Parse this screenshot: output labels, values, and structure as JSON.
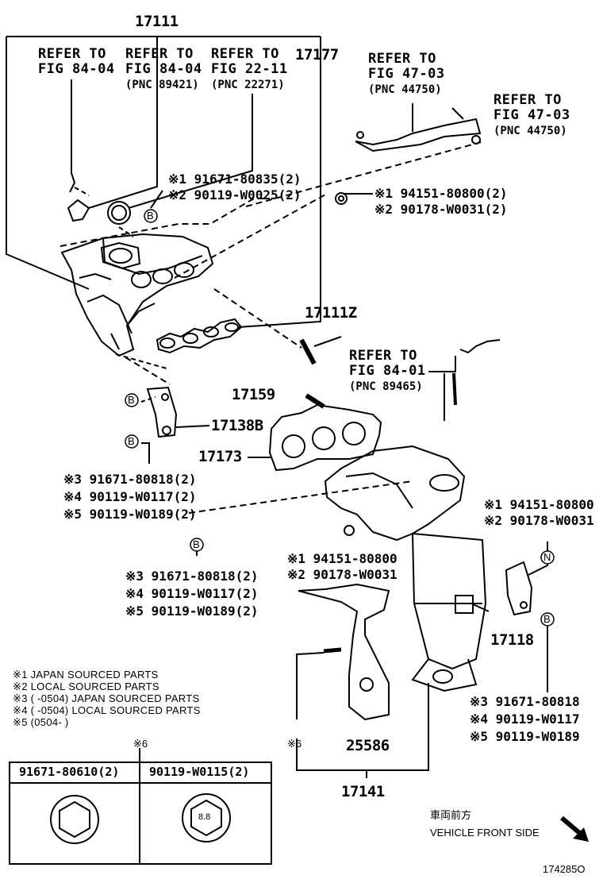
{
  "parts": {
    "p17111": "17111",
    "p17177": "17177",
    "p17111Z": "17111Z",
    "p17159": "17159",
    "p17138B": "17138B",
    "p17173": "17173",
    "p17118": "17118",
    "p25586": "25586",
    "p17141": "17141"
  },
  "refs": [
    {
      "line1": "REFER TO",
      "line2": "FIG 84-04",
      "line3": ""
    },
    {
      "line1": "REFER TO",
      "line2": "FIG 84-04",
      "line3": "(PNC 89421)"
    },
    {
      "line1": "REFER TO",
      "line2": "FIG 22-11",
      "line3": "(PNC 22271)"
    },
    {
      "line1": "REFER TO",
      "line2": "FIG 47-03",
      "line3": "(PNC 44750)"
    },
    {
      "line1": "REFER TO",
      "line2": "FIG 47-03",
      "line3": "(PNC 44750)"
    },
    {
      "line1": "REFER TO",
      "line2": "FIG 84-01",
      "line3": "(PNC 89465)"
    }
  ],
  "fasteners": {
    "f1": "※1 91671-80835(2)",
    "f2": "※2 90119-W0025(2)",
    "f3": "※1 94151-80800(2)",
    "f4": "※2 90178-W0031(2)",
    "f5": "※3 91671-80818(2)",
    "f6": "※4 90119-W0117(2)",
    "f7": "※5 90119-W0189(2)",
    "f8": "※3 91671-80818(2)",
    "f9": "※4 90119-W0117(2)",
    "f10": "※5 90119-W0189(2)",
    "f11": "※1 94151-80800",
    "f12": "※2 90178-W0031",
    "f13": "※1 94151-80800",
    "f14": "※2 90178-W0031",
    "f15": "※3 91671-80818",
    "f16": "※4 90119-W0117",
    "f17": "※5 90119-W0189"
  },
  "legend": [
    "※1 JAPAN SOURCED PARTS",
    "※2 LOCAL SOURCED PARTS",
    "※3 (     -0504) JAPAN SOURCED PARTS",
    "※4 (     -0504) LOCAL SOURCED PARTS",
    "※5 (0504-     )"
  ],
  "table": {
    "mark": "※6",
    "col1": "91671-80610(2)",
    "col2": "90119-W0115(2)",
    "bolt_mark": "8.8"
  },
  "markers": {
    "b": "B",
    "n": "N",
    "six": "※6"
  },
  "direction": {
    "jp": "車両前方",
    "en": "VEHICLE FRONT SIDE"
  },
  "figure_code": "174285O"
}
